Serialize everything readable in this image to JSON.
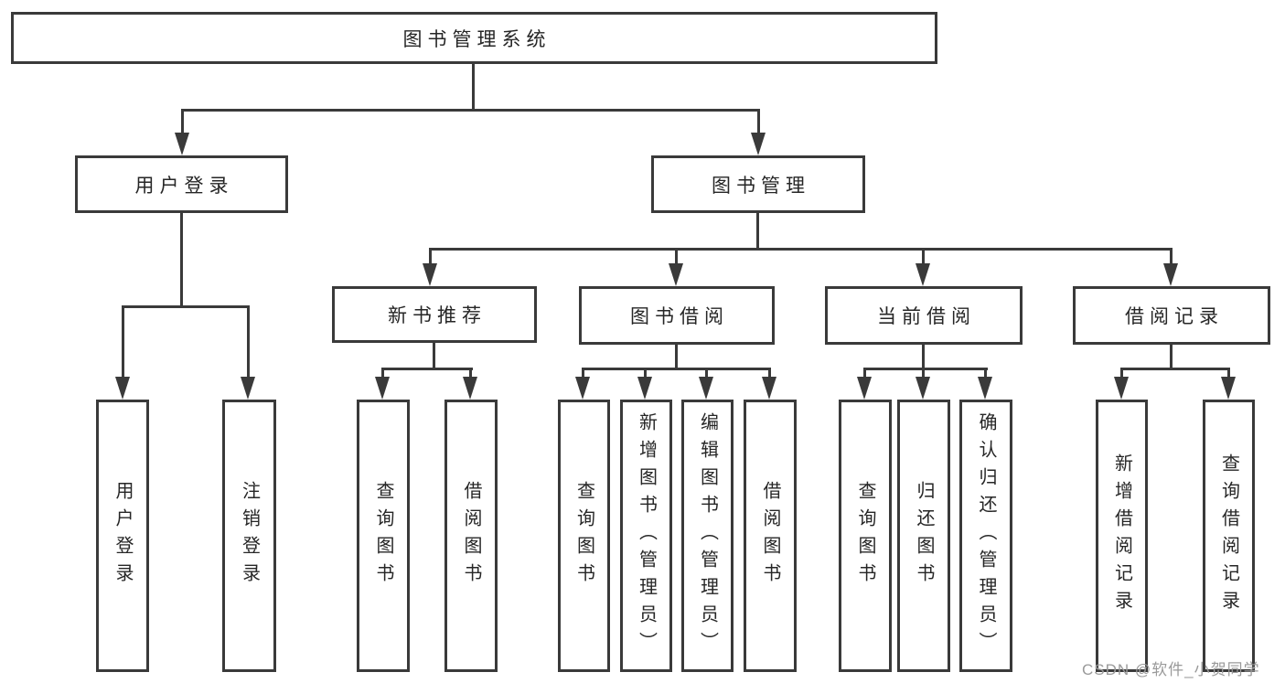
{
  "tree": {
    "root": {
      "label": "图书管理系统"
    },
    "branches": [
      {
        "label": "用户登录",
        "children": [
          {
            "label": "用户登录"
          },
          {
            "label": "注销登录"
          }
        ]
      },
      {
        "label": "图书管理",
        "children": [
          {
            "label": "新书推荐",
            "children": [
              {
                "label": "查询图书"
              },
              {
                "label": "借阅图书"
              }
            ]
          },
          {
            "label": "图书借阅",
            "children": [
              {
                "label": "查询图书"
              },
              {
                "label": "新增图书（管理员）"
              },
              {
                "label": "编辑图书（管理员）"
              },
              {
                "label": "借阅图书"
              }
            ]
          },
          {
            "label": "当前借阅",
            "children": [
              {
                "label": "查询图书"
              },
              {
                "label": "归还图书"
              },
              {
                "label": "确认归还（管理员）"
              }
            ]
          },
          {
            "label": "借阅记录",
            "children": [
              {
                "label": "新增借阅记录"
              },
              {
                "label": "查询借阅记录"
              }
            ]
          }
        ]
      }
    ]
  },
  "watermark": {
    "text": "CSDN @软件_小贺同学"
  },
  "colors": {
    "line": "#3a3a3a",
    "text": "#262626",
    "background": "#ffffff",
    "watermark": "#9a9a9a"
  }
}
